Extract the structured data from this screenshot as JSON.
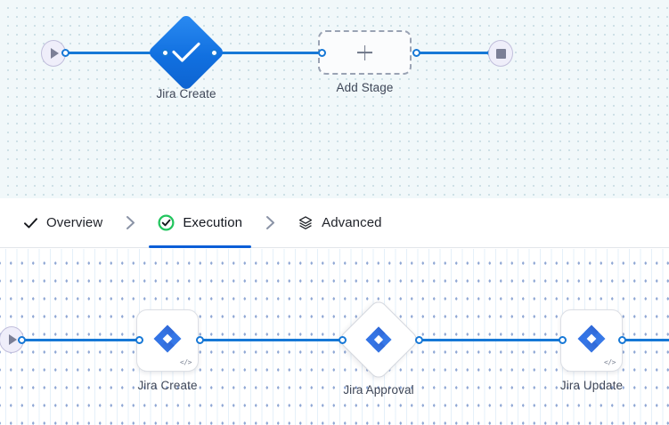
{
  "top_canvas": {
    "name": "pipeline-overview-canvas",
    "background_color": "#f1f8fa",
    "start_node": {
      "icon": "play-icon",
      "label": ""
    },
    "end_node": {
      "icon": "stop-icon",
      "label": ""
    },
    "stages": [
      {
        "id": "jira-create",
        "label": "Jira Create",
        "shape": "diamond",
        "icon": "check-icon",
        "color": "#1170e0"
      },
      {
        "id": "add-stage",
        "label": "Add Stage",
        "shape": "dashed-rect",
        "icon": "plus-icon"
      }
    ]
  },
  "tabs": {
    "items": [
      {
        "id": "overview",
        "label": "Overview",
        "icon": "check-icon",
        "active": false
      },
      {
        "id": "execution",
        "label": "Execution",
        "icon": "check-circle-green-icon",
        "active": true
      },
      {
        "id": "advanced",
        "label": "Advanced",
        "icon": "layers-hexagon-icon",
        "active": false
      }
    ],
    "separator_icon": "chevron-right-icon",
    "active_underline_color": "#0b5ed7",
    "active_status_color": "#22c55e"
  },
  "bottom_canvas": {
    "name": "execution-steps-canvas",
    "background_color": "#ffffff",
    "start_node": {
      "icon": "play-icon"
    },
    "steps": [
      {
        "id": "jira-create",
        "label": "Jira Create",
        "shape": "rounded-square",
        "icon": "jira-icon",
        "badge": "</>"
      },
      {
        "id": "jira-approval",
        "label": "Jira Approval",
        "shape": "diamond",
        "icon": "jira-icon",
        "badge": ""
      },
      {
        "id": "jira-update",
        "label": "Jira Update",
        "shape": "rounded-square",
        "icon": "jira-icon",
        "badge": "</>"
      }
    ],
    "jira_icon_color": "#2f6fe4"
  }
}
